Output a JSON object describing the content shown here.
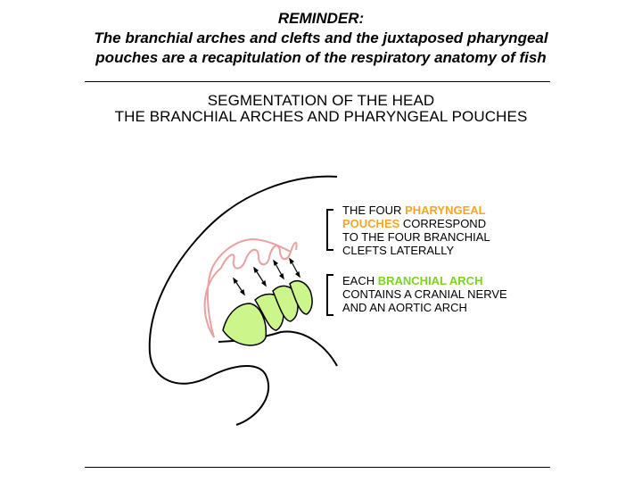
{
  "header": {
    "line1": "REMINDER:",
    "line2": "The branchial  arches and clefts and the juxtaposed pharyngeal",
    "line3": "pouches are a recapitulation of the respiratory anatomy of fish"
  },
  "subtitle": {
    "line1": "SEGMENTATION OF THE HEAD",
    "line2": "THE BRANCHIAL ARCHES AND PHARYNGEAL POUCHES"
  },
  "callout_pouches": {
    "prefix": "THE FOUR ",
    "highlight_line1": "PHARYNGEAL",
    "highlight_line2": "POUCHES",
    "suffix_line2": " CORRESPOND",
    "line3": "TO THE FOUR BRANCHIAL",
    "line4": "CLEFTS LATERALLY"
  },
  "callout_arch": {
    "prefix": "EACH ",
    "highlight": "BRANCHIAL ARCH",
    "line2": "CONTAINS A CRANIAL NERVE",
    "line3": "AND AN AORTIC ARCH"
  },
  "colors": {
    "pouch_outline": "#e8a0a0",
    "arch_fill": "#ccf58c",
    "pouch_label": "#f5a623",
    "arch_label": "#7ed321"
  }
}
